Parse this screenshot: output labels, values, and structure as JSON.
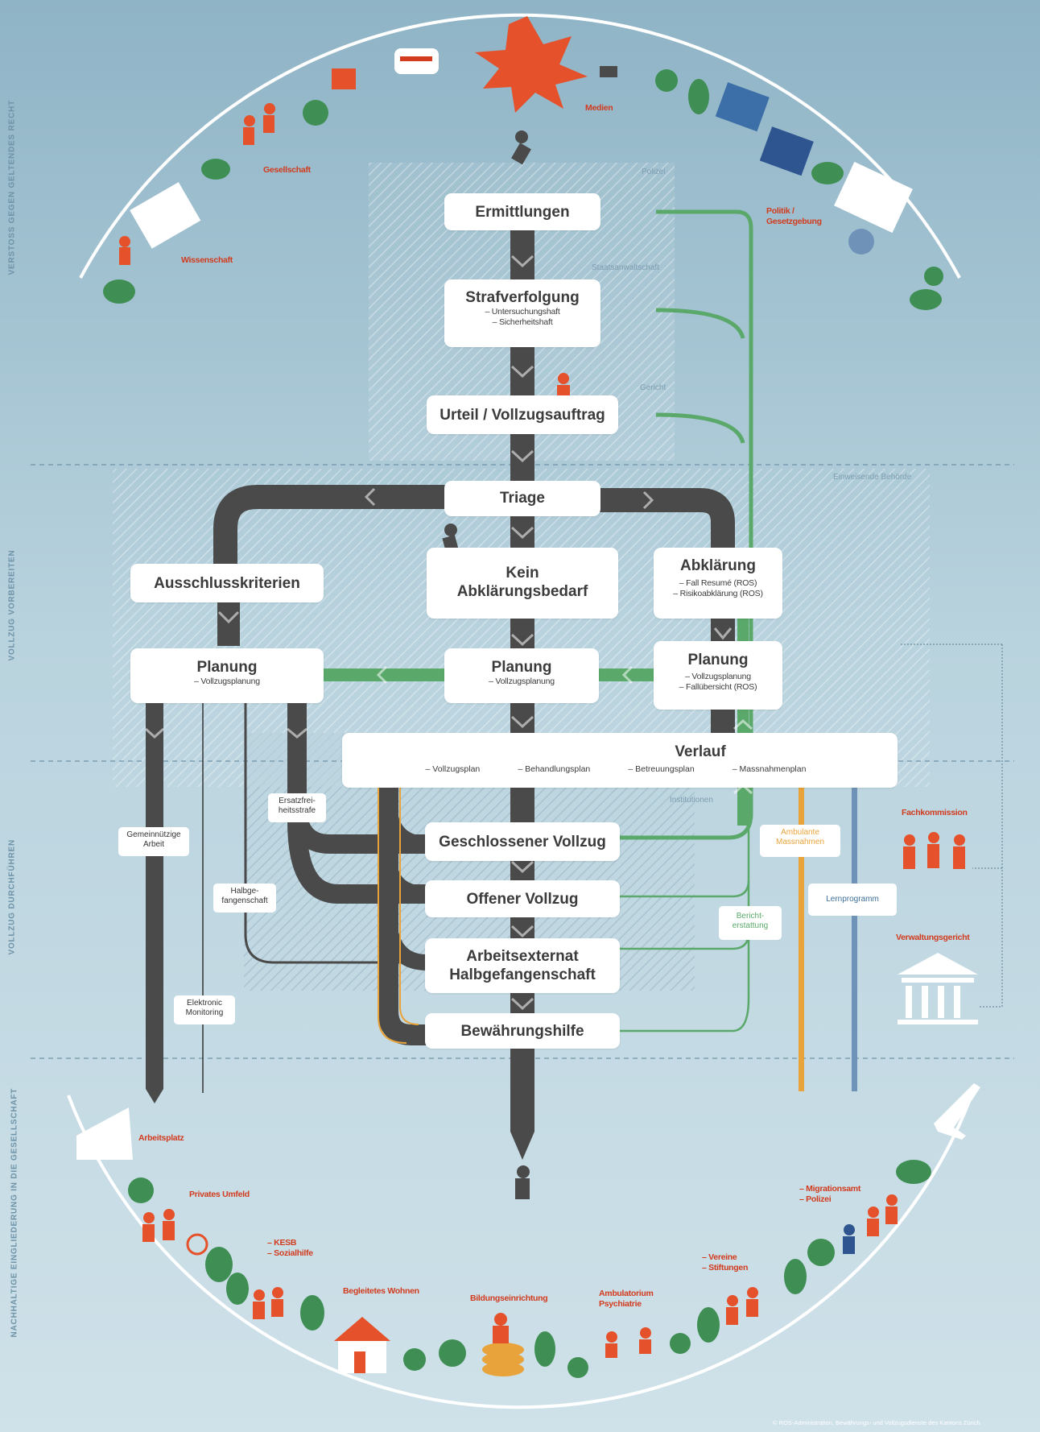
{
  "side_labels": {
    "top": "VERSTOSS GEGEN GELTENDES RECHT",
    "prepare": "VOLLZUG VORBEREITEN",
    "execute": "VOLLZUG DURCHFÜHREN",
    "reintegrate": "NACHHALTIGE EINGLIEDERUNG IN DIE GESELLSCHAFT"
  },
  "zones": {
    "polizei": "Polizei",
    "staatsanwaltschaft": "Staatsanwaltschaft",
    "gericht": "Gericht",
    "einweisende": "Einweisende Behörde",
    "institutionen": "Institutionen"
  },
  "boxes": {
    "ermittlungen": "Ermittlungen",
    "strafverfolgung": {
      "title": "Strafverfolgung",
      "sub1": "– Untersuchungshaft",
      "sub2": "– Sicherheitshaft"
    },
    "urteil": "Urteil / Vollzugsauftrag",
    "triage": "Triage",
    "ausschluss": "Ausschlusskriterien",
    "kein": {
      "line1": "Kein",
      "line2": "Abklärungsbedarf"
    },
    "abklaerung": {
      "title": "Abklärung",
      "sub1": "– Fall Resumé (ROS)",
      "sub2": "– Risikoabklärung (ROS)"
    },
    "planung_left": {
      "title": "Planung",
      "sub1": "– Vollzugsplanung"
    },
    "planung_mid": {
      "title": "Planung",
      "sub1": "– Vollzugsplanung"
    },
    "planung_right": {
      "title": "Planung",
      "sub1": "– Vollzugsplanung",
      "sub2": "– Fallübersicht (ROS)"
    },
    "verlauf": {
      "title": "Verlauf",
      "items": [
        "– Vollzugsplan",
        "– Behandlungsplan",
        "– Betreuungsplan",
        "– Massnahmenplan"
      ]
    },
    "geschlossen": "Geschlossener Vollzug",
    "offen": "Offener Vollzug",
    "arbeitsexternat": {
      "line1": "Arbeitsexternat",
      "line2": "Halbgefangenschaft"
    },
    "bewaehrung": "Bewährungshilfe"
  },
  "small_boxes": {
    "ersatz": {
      "line1": "Ersatzfrei-",
      "line2": "heitsstrafe"
    },
    "gemein": {
      "line1": "Gemeinnützige",
      "line2": "Arbeit"
    },
    "halbge": {
      "line1": "Halbge-",
      "line2": "fangenschaft"
    },
    "elektronic": {
      "line1": "Elektronic",
      "line2": "Monitoring"
    },
    "ambulante": {
      "line1": "Ambulante",
      "line2": "Massnahmen"
    },
    "bericht": {
      "line1": "Bericht-",
      "line2": "erstattung"
    },
    "lern": "Lernprogramm"
  },
  "actors": {
    "medien": "Medien",
    "gesellschaft": "Gesellschaft",
    "wissenschaft": "Wissenschaft",
    "politik": {
      "line1": "Politik /",
      "line2": "Gesetzgebung"
    },
    "fachkommission": "Fachkommission",
    "verwaltungsgericht": "Verwaltungsgericht",
    "arbeitsplatz": "Arbeitsplatz",
    "privates": "Privates Umfeld",
    "kesb": {
      "line1": "– KESB",
      "line2": "– Sozialhilfe"
    },
    "begleitetes": "Begleitetes Wohnen",
    "bildung": "Bildungseinrichtung",
    "ambulatorium": {
      "line1": "Ambulatorium",
      "line2": "Psychiatrie"
    },
    "vereine": {
      "line1": "– Vereine",
      "line2": "– Stiftungen"
    },
    "migration": {
      "line1": "– Migrationsamt",
      "line2": "– Polizei"
    }
  },
  "copyright": "© ROS-Administration, Bewährungs- und Vollzugsdienste des Kantons Zürich",
  "colors": {
    "track": "#4a4a4a",
    "green": "#5aa86a",
    "orange": "#e8a33a",
    "blue": "#6f93b8",
    "red": "#d23b1e",
    "tree": "#3f8f55"
  }
}
